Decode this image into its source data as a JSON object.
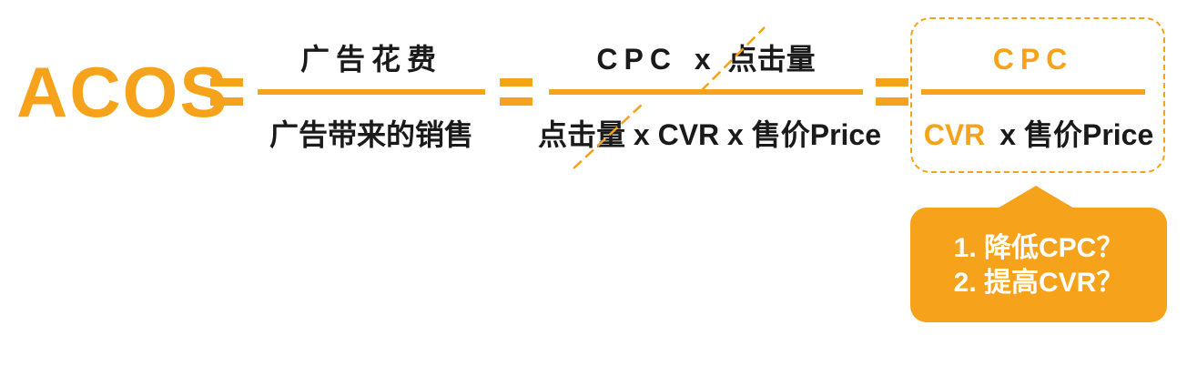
{
  "formula": {
    "lhs": "ACOS",
    "fraction1": {
      "numerator": "广告花费",
      "denominator": "广告带来的销售"
    },
    "fraction2": {
      "numerator": {
        "cpc": "CPC",
        "times": "x",
        "clicks": "点击量"
      },
      "denominator": {
        "clicks": "点击量",
        "rest": " x CVR x 售价Price"
      }
    },
    "fraction3": {
      "numerator": "CPC",
      "denominator": {
        "cvr": "CVR",
        "rest": "x 售价Price"
      }
    }
  },
  "callout": {
    "line1": "1. 降低CPC？",
    "line2": "2. 提高CVR？"
  },
  "colors": {
    "accent": "#F7A21B",
    "text": "#1a1a1a",
    "background": "#ffffff"
  }
}
